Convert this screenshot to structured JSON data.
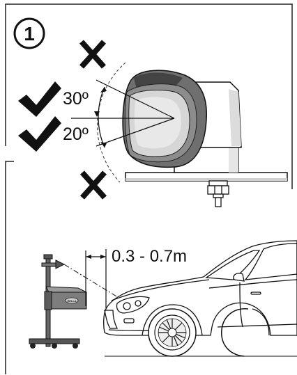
{
  "step": {
    "number": "1"
  },
  "angles": {
    "upper": "30º",
    "lower": "20º"
  },
  "distance": {
    "label": "0.3 - 0.7m"
  },
  "device": {
    "logo": "HELLA"
  },
  "colors": {
    "ink": "#111111",
    "housing_gray": "#7a7a7a",
    "housing_dark": "#3e3e3e",
    "lens_light": "#d9d9d9",
    "panel_gray": "#8a8a8a"
  },
  "icons": {
    "check": "check-icon",
    "cross": "cross-icon"
  }
}
